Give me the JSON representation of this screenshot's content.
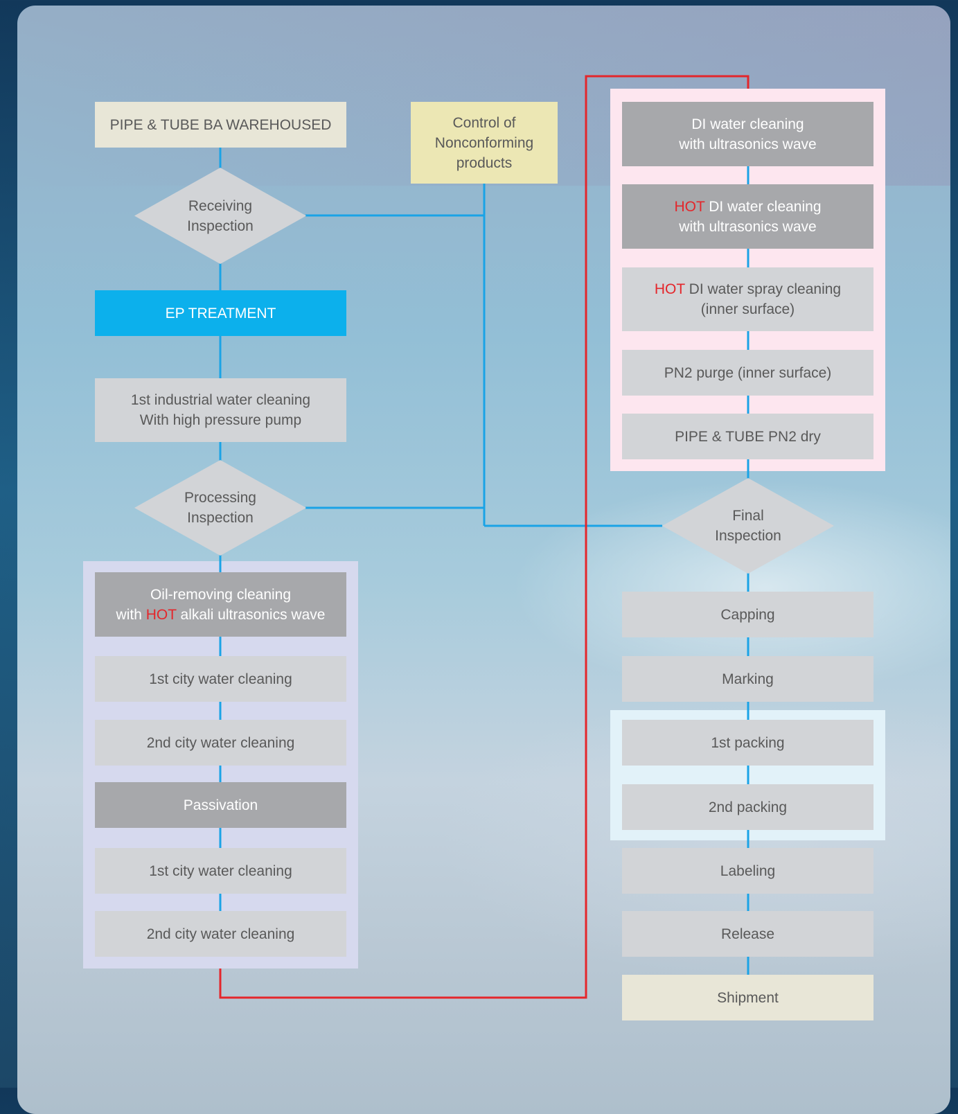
{
  "colors": {
    "connector_blue": "#1aa3e6",
    "connector_red": "#e4262b",
    "hot_text": "#e4262b",
    "ep_treatment_fill": "#0cb0ec",
    "nonconforming_fill": "#ece7b4",
    "group_lavender": "#d6d9ee",
    "group_pink": "#fde6ef",
    "group_lightblue": "#e2f2f9"
  },
  "left_column": {
    "warehoused": "PIPE & TUBE BA WAREHOUSED",
    "receiving_inspection": "Receiving\nInspection",
    "ep_treatment": "EP TREATMENT",
    "industrial_water_cleaning": "1st industrial water cleaning\nWith high pressure pump",
    "processing_inspection": "Processing\nInspection",
    "oil_removing": {
      "line1": "Oil-removing cleaning",
      "pre": "with ",
      "hot": "HOT",
      "post": " alkali ultrasonics wave"
    },
    "city_water_1": "1st  city water cleaning",
    "city_water_2": "2nd  city  water cleaning",
    "passivation": "Passivation",
    "city_water_3": "1st  city  water cleaning",
    "city_water_4": "2nd  city  water cleaning"
  },
  "middle": {
    "nonconforming": "Control of\nNonconforming\nproducts"
  },
  "right_column": {
    "di_water": "DI water cleaning\nwith ultrasonics wave",
    "hot_di_water": {
      "hot": "HOT",
      "rest": " DI water cleaning",
      "line2": "with ultrasonics wave"
    },
    "hot_di_spray": {
      "hot": "HOT",
      "rest": " DI water spray cleaning",
      "line2": "(inner surface)"
    },
    "pn2_purge": "PN2 purge (inner surface)",
    "pn2_dry": "PIPE & TUBE PN2 dry",
    "final_inspection": "Final\nInspection",
    "capping": "Capping",
    "marking": "Marking",
    "packing_1": "1st packing",
    "packing_2": "2nd packing",
    "labeling": "Labeling",
    "release": "Release",
    "shipment": "Shipment"
  }
}
